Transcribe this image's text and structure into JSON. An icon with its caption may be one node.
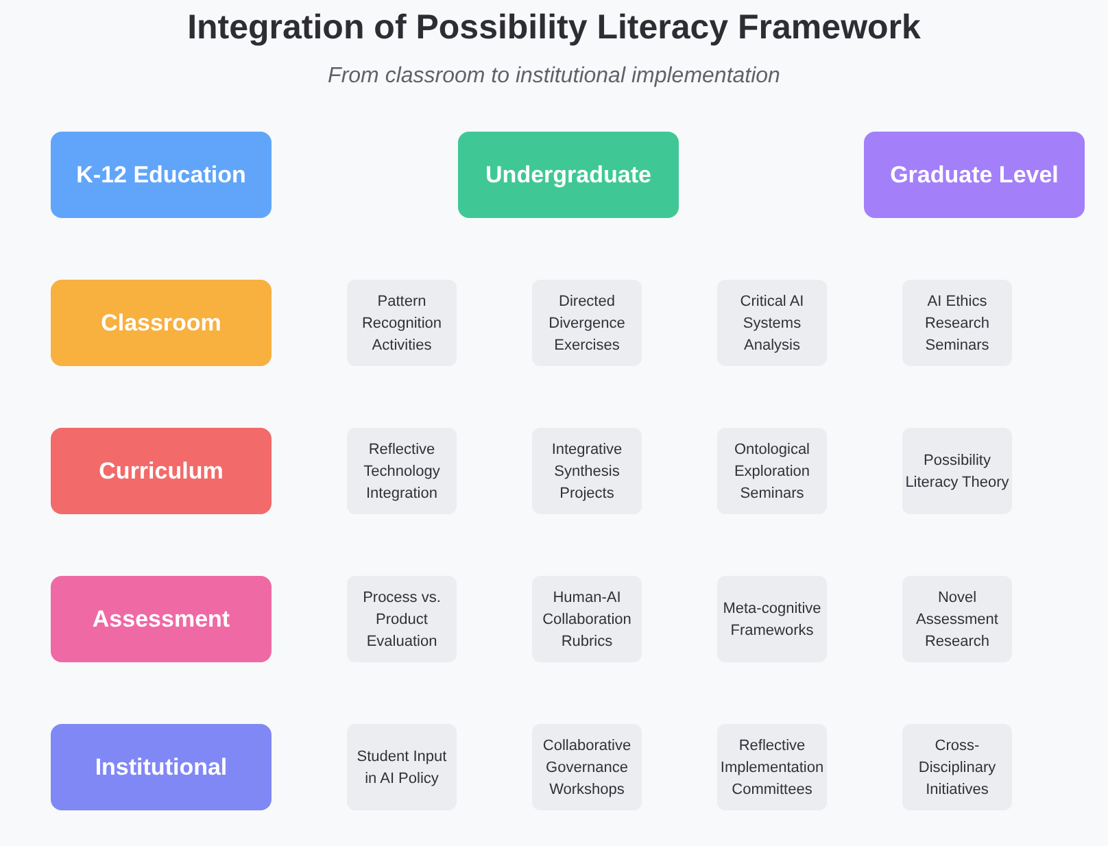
{
  "diagram": {
    "title": "Integration of Possibility Literacy Framework",
    "caption": "From classroom to institutional implementation",
    "nodes": [
      {
        "text": [
          "K-12 Education"
        ]
      },
      {
        "text": [
          "Undergraduate"
        ]
      },
      {
        "text": [
          "Graduate Level"
        ]
      },
      {
        "text": [
          "Classroom"
        ]
      },
      {
        "text": [
          "Pattern Recognition Activities"
        ]
      },
      {
        "text": [
          "Directed Divergence Exercises"
        ]
      },
      {
        "text": [
          "Critical AI Systems Analysis"
        ]
      },
      {
        "text": [
          "AI Ethics Research Seminars"
        ]
      },
      {
        "text": [
          "Curriculum"
        ]
      },
      {
        "text": [
          "Reflective Technology Integration"
        ]
      },
      {
        "text": [
          "Integrative Synthesis Projects"
        ]
      },
      {
        "text": [
          "Ontological Exploration Seminars"
        ]
      },
      {
        "text": [
          "Possibility Literacy Theory"
        ]
      },
      {
        "text": [
          "Assessment"
        ]
      },
      {
        "text": [
          "Process vs. Product Evaluation"
        ]
      },
      {
        "text": [
          "Human-AI Collaboration Rubrics"
        ]
      },
      {
        "text": [
          "Meta-cognitive Frameworks"
        ]
      },
      {
        "text": [
          "Novel Assessment Research"
        ]
      },
      {
        "text": [
          "Institutional"
        ]
      },
      {
        "text": [
          "Student Input in AI Policy"
        ]
      },
      {
        "text": [
          "Collaborative Governance Workshops"
        ]
      },
      {
        "text": [
          "Reflective Implementation Committees"
        ]
      },
      {
        "text": [
          "Cross-Disciplinary Initiatives"
        ]
      }
    ]
  }
}
